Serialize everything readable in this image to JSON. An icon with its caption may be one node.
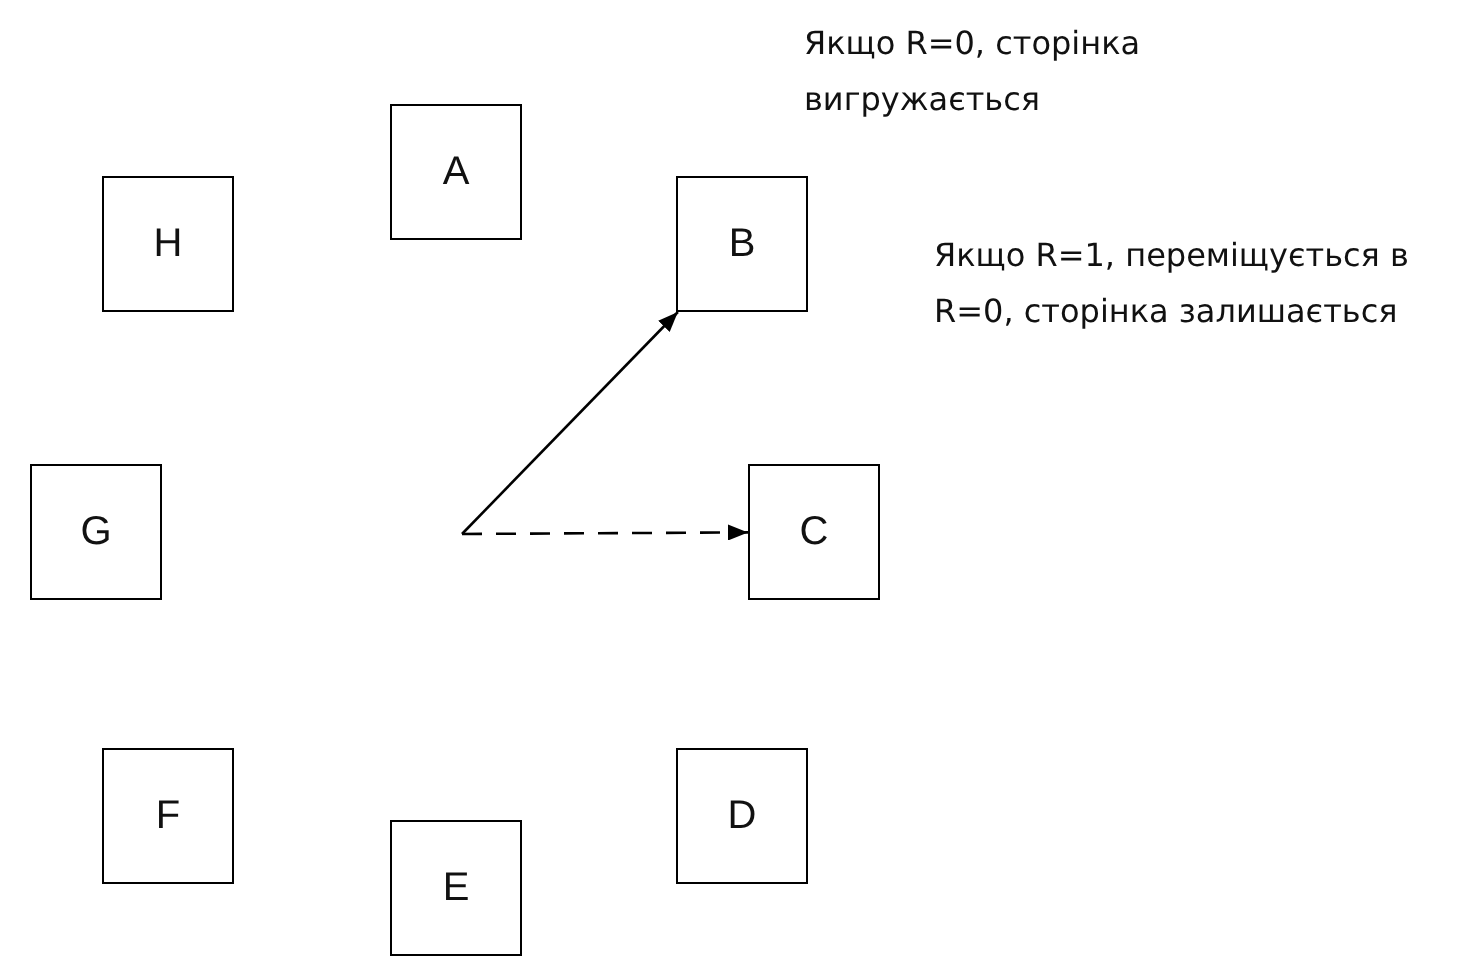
{
  "diagram": {
    "nodes": [
      {
        "text": [
          "A"
        ]
      },
      {
        "text": [
          "B"
        ]
      },
      {
        "text": [
          "C"
        ]
      },
      {
        "text": [
          "D"
        ]
      },
      {
        "text": [
          "E"
        ]
      },
      {
        "text": [
          "F"
        ]
      },
      {
        "text": [
          "G"
        ]
      },
      {
        "text": [
          "H"
        ]
      }
    ],
    "edges": [
      {
        "from": null,
        "to": 1,
        "arrow": "to"
      },
      {
        "from": null,
        "to": 2,
        "arrow": "to",
        "style": "dashed"
      }
    ],
    "labels": [
      "Якщо R=0, сторінка вигружається",
      "Якщо R=1, переміщується в R=0, сторінка залишається"
    ]
  }
}
